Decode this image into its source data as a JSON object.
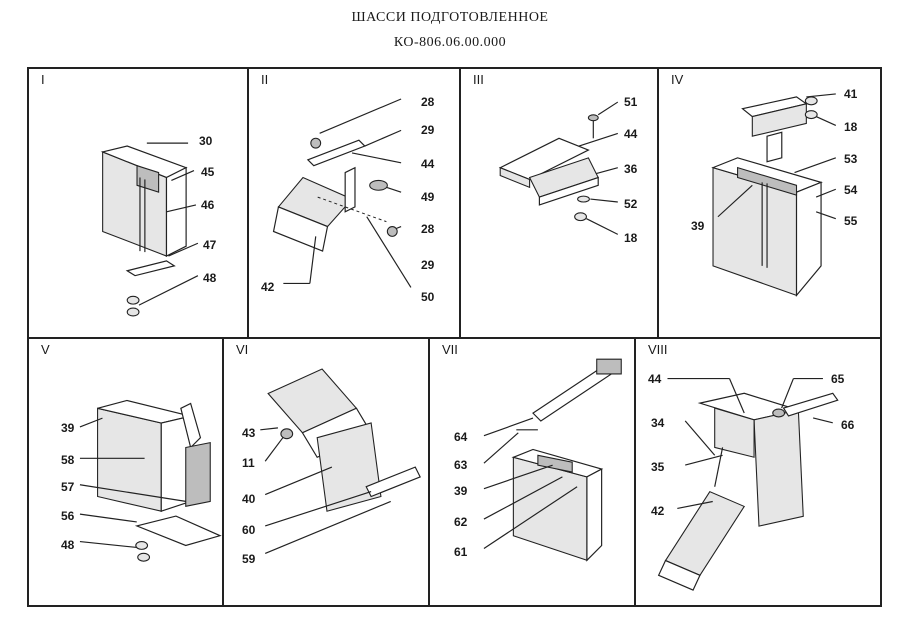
{
  "document": {
    "title": "ШАССИ ПОДГОТОВЛЕННОЕ",
    "code": "КО-806.06.00.000"
  },
  "panels": [
    {
      "label": "I",
      "callouts": [
        "30",
        "45",
        "46",
        "47",
        "48"
      ]
    },
    {
      "label": "II",
      "callouts": [
        "28",
        "29",
        "44",
        "49",
        "28",
        "29",
        "42",
        "50"
      ]
    },
    {
      "label": "III",
      "callouts": [
        "51",
        "44",
        "36",
        "52",
        "18"
      ]
    },
    {
      "label": "IV",
      "callouts": [
        "41",
        "18",
        "53",
        "54",
        "55",
        "39"
      ]
    },
    {
      "label": "V",
      "callouts": [
        "39",
        "58",
        "57",
        "56",
        "48"
      ]
    },
    {
      "label": "VI",
      "callouts": [
        "43",
        "11",
        "40",
        "60",
        "59"
      ]
    },
    {
      "label": "VII",
      "callouts": [
        "64",
        "63",
        "39",
        "62",
        "61"
      ]
    },
    {
      "label": "VIII",
      "callouts": [
        "44",
        "65",
        "34",
        "66",
        "35",
        "42"
      ]
    }
  ]
}
